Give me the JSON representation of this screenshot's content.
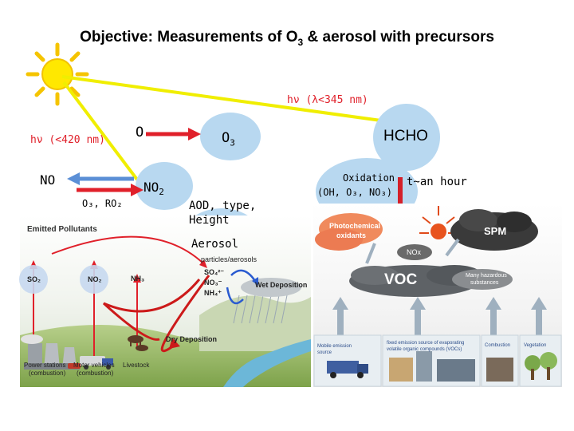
{
  "title": "Objective: Measurements of O",
  "title_sub": "3",
  "title_rest": " & aerosol with precursors",
  "colors": {
    "sun": "#ffe800",
    "sun_ray": "#f5c400",
    "red_arrow": "#e0202a",
    "blue_arrow": "#5b8fd6",
    "bubble": "#b8d8f0",
    "vertical_bar": "#d4202a"
  },
  "labels": {
    "hv_345": "hν (λ<345 nm)",
    "hv_420": "hν (<420 nm)",
    "o_atom": "O",
    "o3": "O",
    "o3_sub": "3",
    "no": "NO",
    "no2": "NO",
    "no2_sub": "2",
    "o3_ro2": "O₃, RO₂",
    "hcho": "HCHO",
    "oxidation": "Oxidation",
    "oxidants": "(OH, O₃, NO₃)",
    "time": "t~an hour",
    "aod_line1": "AOD, type,",
    "aod_line2": "Height",
    "aerosol": "Aerosol"
  },
  "left_panel": {
    "emitted": "Emitted Pollutants",
    "so2": "SO₂",
    "no2": "NO₂",
    "nh3": "NH₃",
    "particles": "particles/aerosols",
    "so4": "SO₄²⁻",
    "no3": "NO₃⁻",
    "nh4": "NH₄⁺",
    "wet": "Wet Deposition",
    "dry": "Dry Deposition",
    "power": "Power stations",
    "power2": "(combustion)",
    "motor": "Motor vehicles",
    "motor2": "(combustion)",
    "livestock": "Livestock"
  },
  "right_panel": {
    "photochem1": "Photochemical",
    "photochem2": "oxidants",
    "spm": "SPM",
    "nox": "NOx",
    "voc": "VOC",
    "hazard1": "Many hazardous",
    "hazard2": "substances",
    "mobile1": "Mobile emission",
    "mobile2": "source",
    "fixed1": "fixed emission source of evaporating",
    "fixed2": "volatile organic compounds (VOCs)",
    "combustion": "Combustion",
    "vegetation": "Vegetation"
  }
}
